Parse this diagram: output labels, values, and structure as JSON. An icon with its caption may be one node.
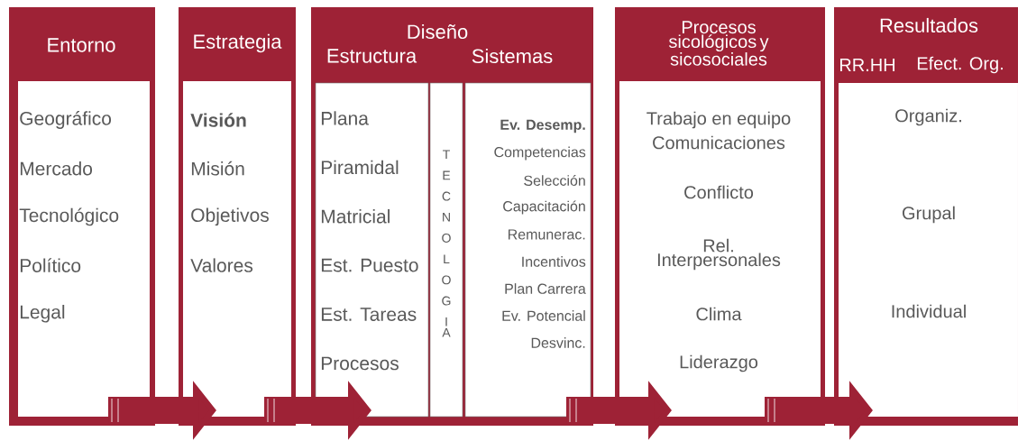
{
  "diagram": {
    "nodes": [
      {
        "text": [
          "Entorno",
          "Geográfico",
          "Mercado",
          "Tecnológico",
          "Político",
          "Legal"
        ]
      },
      {
        "text": [
          "Estrategia",
          "Visión",
          "Misión",
          "Objetivos",
          "Valores"
        ]
      },
      {
        "text": [
          "Diseño"
        ]
      },
      {
        "text": [
          "Estructura",
          "Plana",
          "Piramidal",
          "Matricial",
          "Est. Puesto",
          "Est. Tareas",
          "Procesos"
        ],
        "in": 2
      },
      {
        "text": [
          "TECNOLOGIA"
        ],
        "in": 2
      },
      {
        "text": [
          "Sistemas",
          "Ev. Desemp.",
          "Competencias",
          "Selección",
          "Capacitación",
          "Remunerac.",
          "Incentivos",
          "Plan Carrera",
          "Ev. Potencial",
          "Desvinc."
        ],
        "in": 2
      },
      {
        "text": [
          "Procesos sicológicos y sicosociales",
          "Trabajo en equipo",
          "Comunicaciones",
          "Conflicto",
          "Rel. Interpersonales",
          "Clima",
          "Liderazgo"
        ]
      },
      {
        "text": [
          "Resultados",
          "RR.HH",
          "Efect. Org.",
          "Organiz.",
          "Grupal",
          "Individual"
        ]
      }
    ],
    "edges": [
      {
        "from": 0,
        "to": 1,
        "arrow": "to"
      },
      {
        "from": 1,
        "to": 3,
        "arrow": "to"
      },
      {
        "from": 5,
        "to": 6,
        "arrow": "to"
      },
      {
        "from": 6,
        "to": 7,
        "arrow": "to"
      }
    ]
  }
}
